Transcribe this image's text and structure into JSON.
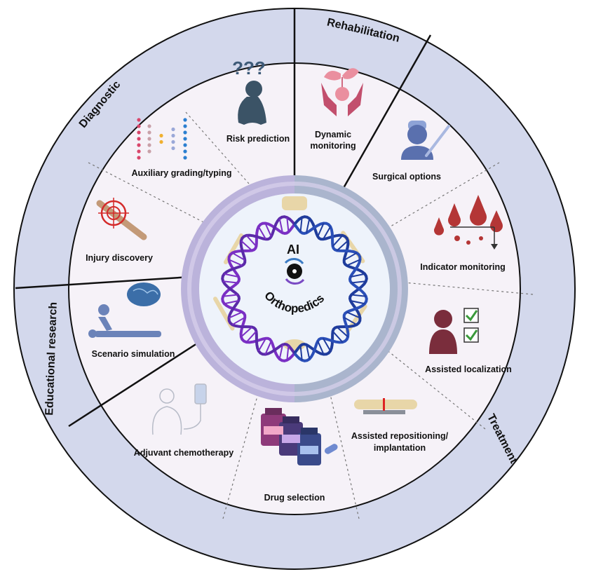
{
  "categories": {
    "rehabilitation": "Rehabilitation",
    "diagnostic": "Diagnostic",
    "educational": "Educational research",
    "treatment": "Treatment"
  },
  "items": {
    "risk_prediction": "Risk prediction",
    "dynamic_monitoring_1": "Dynamic",
    "dynamic_monitoring_2": "monitoring",
    "auxiliary_grading": "Auxiliary grading/typing",
    "surgical_options": "Surgical options",
    "injury_discovery": "Injury discovery",
    "indicator_monitoring": "Indicator monitoring",
    "scenario_simulation": "Scenario simulation",
    "assisted_localization": "Assisted localization",
    "adjuvant_chemotherapy": "Adjuvant chemotherapy",
    "assisted_repositioning_1": "Assisted repositioning/",
    "assisted_repositioning_2": "implantation",
    "drug_selection": "Drug selection"
  },
  "center": {
    "line1": "AI",
    "line2": "Orthopedics"
  },
  "icons": {
    "risk_prediction": "confused-person-icon",
    "dynamic_monitoring": "hands-plant-icon",
    "auxiliary_grading": "neural-network-icon",
    "surgical_options": "surgeon-icon",
    "injury_discovery": "bone-target-icon",
    "indicator_monitoring": "blood-drops-icon",
    "assisted_localization": "patient-checklist-icon",
    "scenario_simulation": "brain-cpr-icon",
    "adjuvant_chemotherapy": "iv-drip-icon",
    "assisted_repositioning": "bone-plate-icon",
    "drug_selection": "medicine-bottles-icon"
  },
  "colors": {
    "band": "#d3d8ec",
    "segment": "#f6f2f8",
    "ring_left": "#bbb3db",
    "ring_right": "#aab5cd",
    "dna_purple": "#7a2fc4",
    "dna_blue": "#1f3c9c",
    "bone": "#e8d6a8"
  }
}
